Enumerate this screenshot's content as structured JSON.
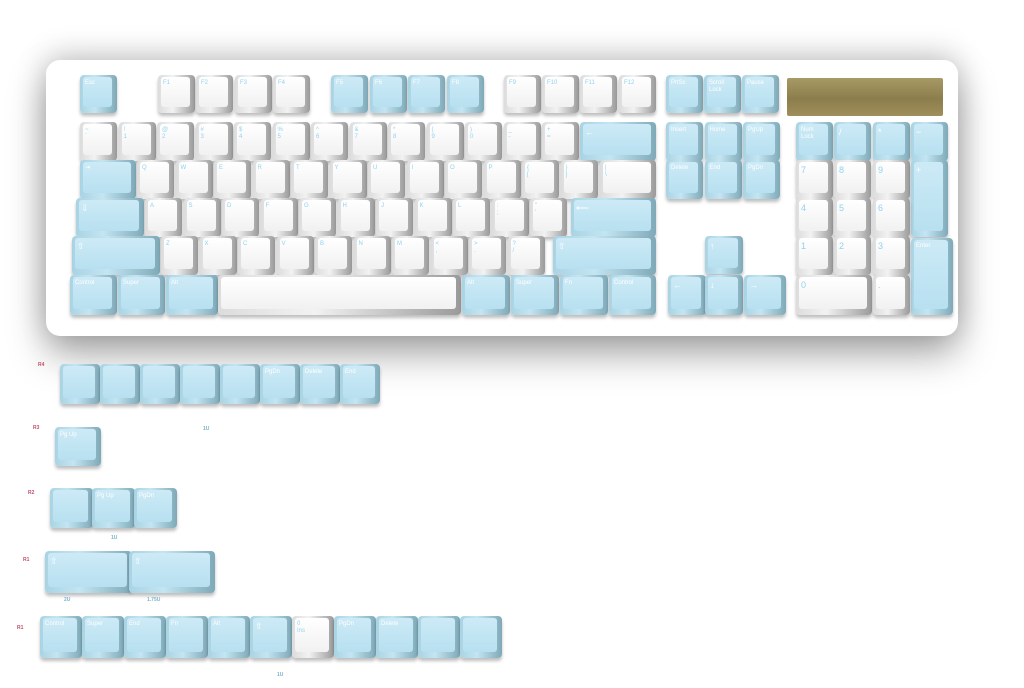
{
  "keyboard": {
    "function_row": [
      "Esc",
      "F1",
      "F2",
      "F3",
      "F4",
      "F5",
      "F6",
      "F7",
      "F8",
      "F9",
      "F10",
      "F11",
      "F12",
      "PrtSc",
      "Scroll\nLock",
      "Pause"
    ],
    "number_row": [
      "~\n`",
      "!\n1",
      "@\n2",
      "#\n3",
      "$\n4",
      "%\n5",
      "^\n6",
      "&\n7",
      "*\n8",
      "(\n9",
      ")\n0",
      "_\n-",
      "+\n=",
      "←"
    ],
    "qwerty_row": [
      "⇥",
      "Q",
      "W",
      "E",
      "R",
      "T",
      "Y",
      "U",
      "I",
      "O",
      "P",
      "{\n[",
      "}\n]",
      "|\n\\"
    ],
    "home_row": [
      "⇩",
      "A",
      "S",
      "D",
      "F",
      "G",
      "H",
      "J",
      "K",
      "L",
      ":\n;",
      "\"\n'",
      "⟵"
    ],
    "shift_row": [
      "⇧",
      "Z",
      "X",
      "C",
      "V",
      "B",
      "N",
      "M",
      "<\n,",
      ">\n.",
      "?\n/",
      "⇧"
    ],
    "bottom_row": [
      "Control",
      "Super",
      "Alt",
      "",
      "Alt",
      "Super",
      "Fn",
      "Control"
    ],
    "nav_cluster": [
      "Insert",
      "Home",
      "PgUp",
      "Delete",
      "End",
      "PgDn"
    ],
    "arrows": [
      "↑",
      "←",
      "↓",
      "→"
    ],
    "numpad": [
      "Num\nLock",
      "/",
      "*",
      "−",
      "7",
      "8",
      "9",
      "+",
      "4",
      "5",
      "6",
      "1",
      "2",
      "3",
      "Enter",
      "0",
      "."
    ]
  },
  "kit": {
    "rows": [
      {
        "row_label": "R4",
        "keys": [
          "",
          "",
          "",
          "",
          "",
          "PgDn",
          "Delete",
          "End"
        ]
      },
      {
        "row_label": "R3",
        "keys": [
          "Pg Up"
        ],
        "size_label": "1U"
      },
      {
        "row_label": "R2",
        "keys": [
          "",
          "Pg Up",
          "PgDn"
        ],
        "size_label": "1U"
      },
      {
        "row_label": "R1",
        "keys": [
          "⇧",
          "⇧"
        ],
        "size_labels": [
          "2U",
          "1.75U"
        ]
      },
      {
        "row_label": "R1",
        "keys": [
          "Control",
          "Super",
          "End",
          "Fn",
          "Alt",
          "⇧",
          "0\nIns",
          "PgDn",
          "Delete",
          "",
          ""
        ],
        "size_label": "1U"
      }
    ]
  }
}
